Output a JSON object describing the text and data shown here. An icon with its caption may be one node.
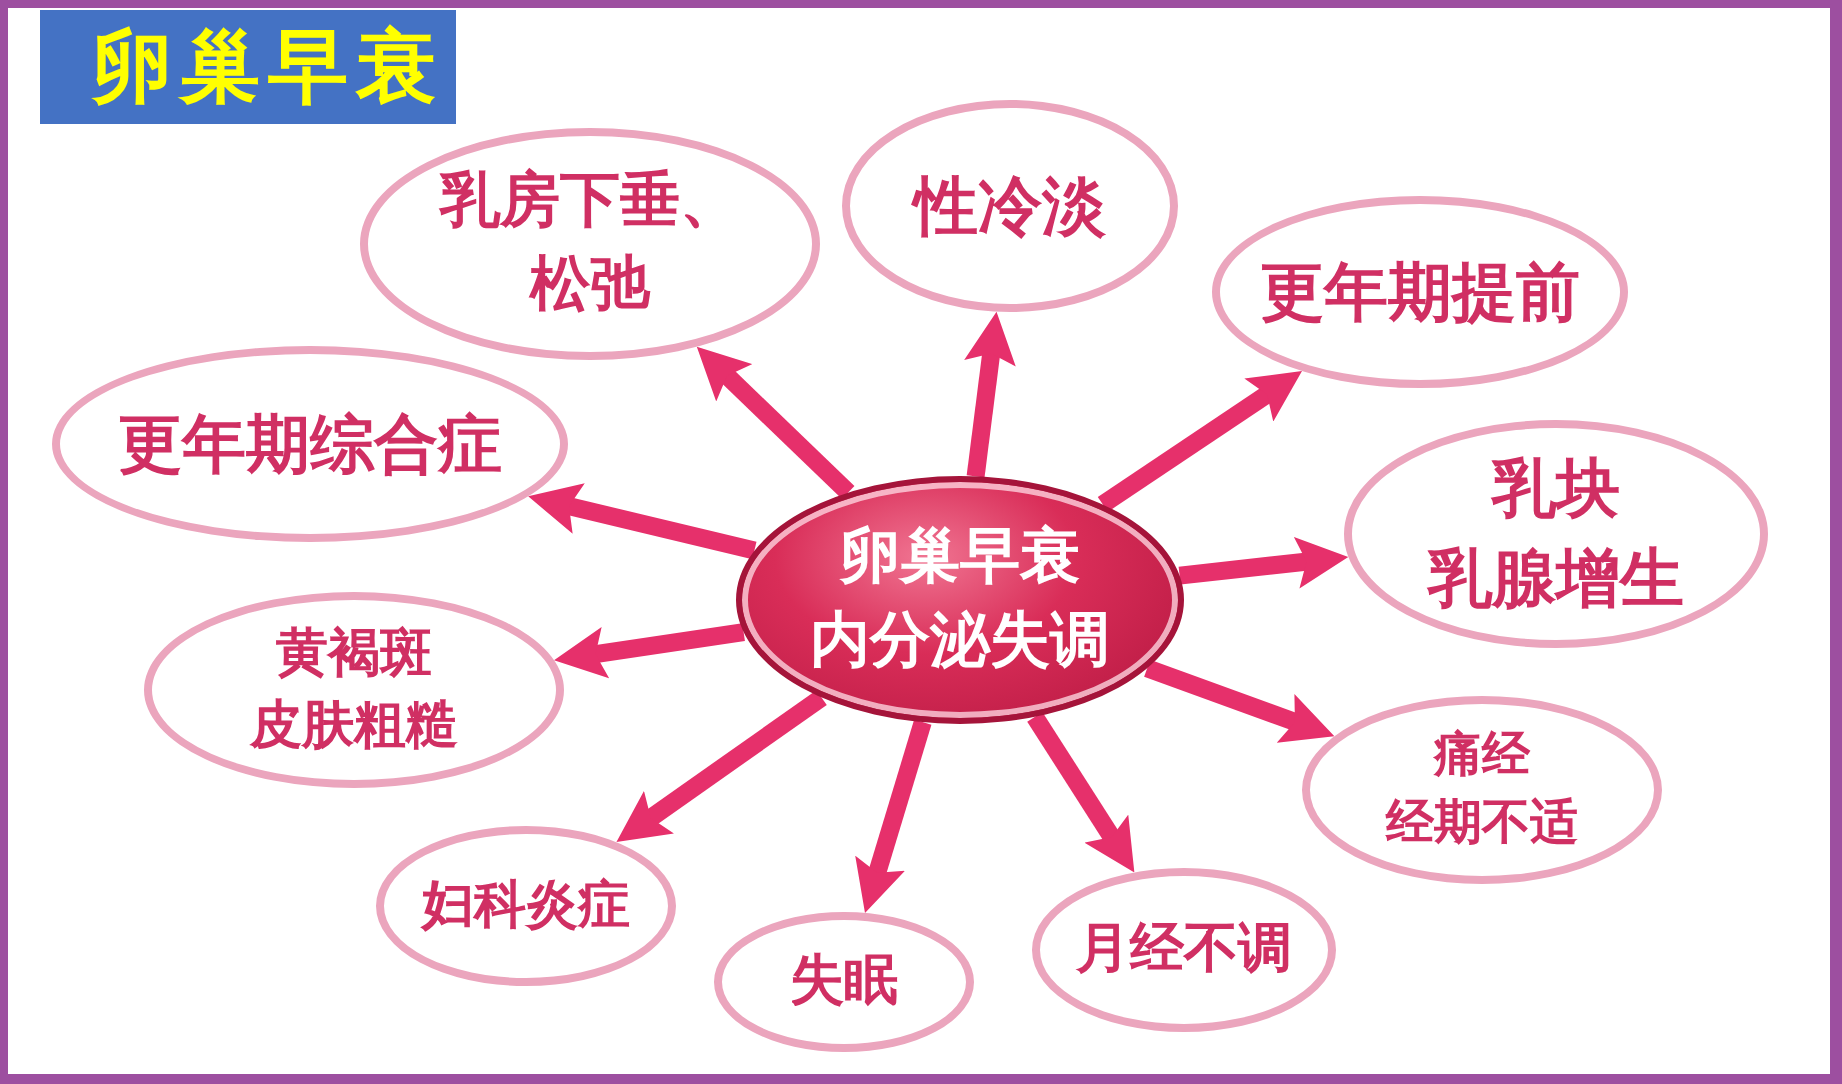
{
  "diagram": {
    "title": "卵巢早衰",
    "nodes": [
      {
        "text": [
          "乳房下垂、松弛"
        ]
      },
      {
        "text": [
          "性冷淡"
        ]
      },
      {
        "text": [
          "更年期提前"
        ]
      },
      {
        "text": [
          "更年期综合症"
        ]
      },
      {
        "text": [
          "卵巢早衰",
          "内分泌失调"
        ]
      },
      {
        "text": [
          "乳块",
          "乳腺增生"
        ]
      },
      {
        "text": [
          "黄褐斑",
          "皮肤粗糙"
        ]
      },
      {
        "text": [
          "痛经",
          "经期不适"
        ]
      },
      {
        "text": [
          "妇科炎症"
        ]
      },
      {
        "text": [
          "失眠"
        ]
      },
      {
        "text": [
          "月经不调"
        ]
      }
    ],
    "edges": [
      {
        "from": 4,
        "to": 0,
        "arrow": "to"
      },
      {
        "from": 4,
        "to": 1,
        "arrow": "to"
      },
      {
        "from": 4,
        "to": 2,
        "arrow": "to"
      },
      {
        "from": 4,
        "to": 3,
        "arrow": "to"
      },
      {
        "from": 4,
        "to": 5,
        "arrow": "to"
      },
      {
        "from": 4,
        "to": 6,
        "arrow": "to"
      },
      {
        "from": 4,
        "to": 7,
        "arrow": "to"
      },
      {
        "from": 4,
        "to": 8,
        "arrow": "to"
      },
      {
        "from": 4,
        "to": 9,
        "arrow": "to"
      },
      {
        "from": 4,
        "to": 10,
        "arrow": "to"
      }
    ]
  }
}
